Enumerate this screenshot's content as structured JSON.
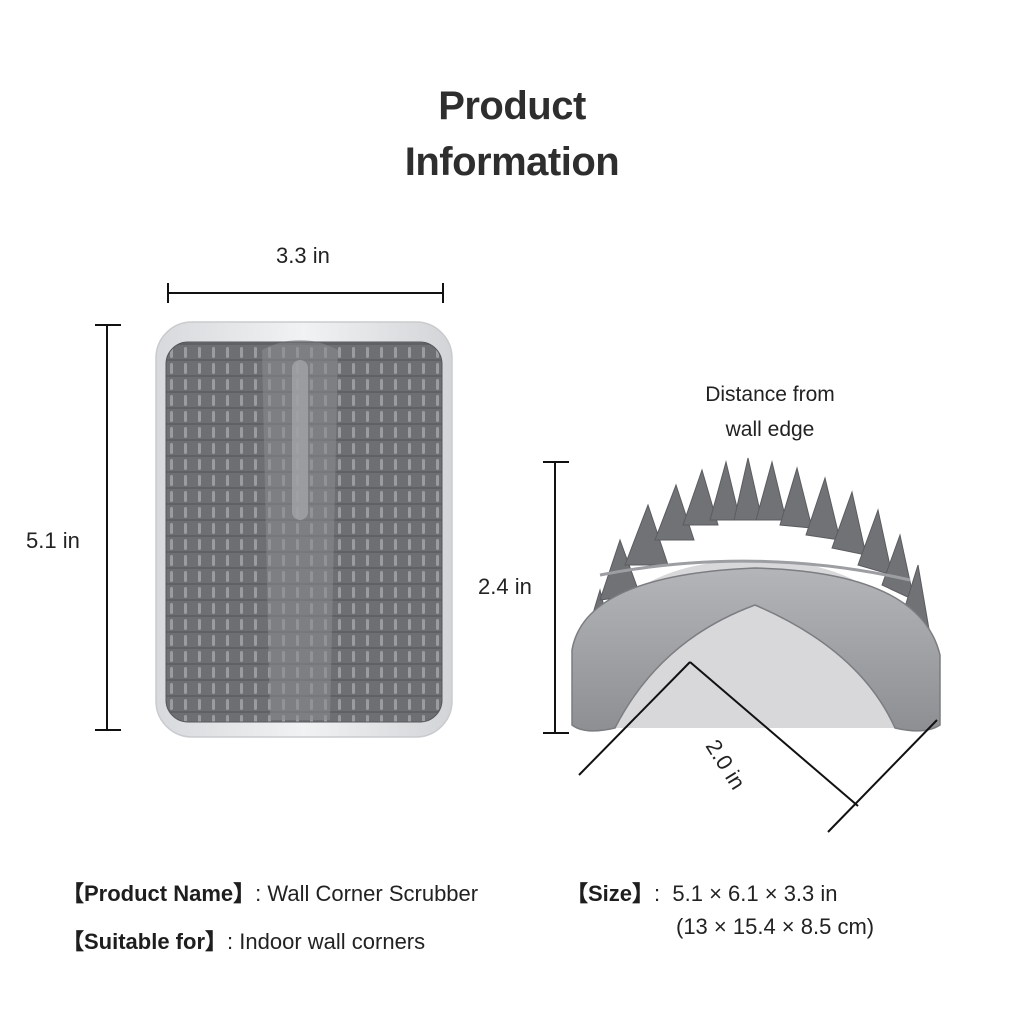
{
  "title": {
    "line1": "Product",
    "line2": "Information"
  },
  "dimensions": {
    "width_label": "3.3 in",
    "height_label": "5.1 in",
    "arch_height_label": "2.4 in",
    "depth_label": "2.0 in"
  },
  "wall_note": {
    "line1": "Distance from",
    "line2": "wall edge"
  },
  "info": {
    "product_name_key": "【Product Name】",
    "product_name_sep": ":",
    "product_name_value": "Wall Corner Scrubber",
    "suitable_key": "【Suitable for】",
    "suitable_sep": ":",
    "suitable_value": "Indoor wall corners",
    "size_key": "【Size】",
    "size_sep": ":",
    "size_value_in": "5.1 × 6.1 × 3.3 in",
    "size_value_cm": "(13 × 15.4 × 8.5 cm)"
  },
  "colors": {
    "product_gray": "#7d7f83",
    "base_gray": "#a5a7ab",
    "line": "#111111"
  },
  "icons": [
    "brush-front-view",
    "brush-side-view"
  ]
}
